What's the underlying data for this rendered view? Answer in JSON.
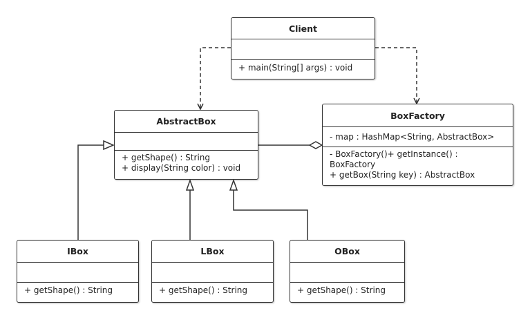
{
  "diagram": {
    "classes": {
      "client": {
        "name": "Client",
        "attributes": [],
        "operations": [
          "+ main(String[] args) : void"
        ]
      },
      "abstractbox": {
        "name": "AbstractBox",
        "attributes": [],
        "operations": [
          "+ getShape() : String",
          "+ display(String color) : void"
        ]
      },
      "boxfactory": {
        "name": "BoxFactory",
        "attributes": [
          "- map : HashMap<String, AbstractBox>"
        ],
        "operations": [
          "- BoxFactory()+ getInstance() : BoxFactory",
          "+ getBox(String key) : AbstractBox"
        ]
      },
      "ibox": {
        "name": "IBox",
        "attributes": [],
        "operations": [
          "+ getShape() : String"
        ]
      },
      "lbox": {
        "name": "LBox",
        "attributes": [],
        "operations": [
          "+ getShape() : String"
        ]
      },
      "obox": {
        "name": "OBox",
        "attributes": [],
        "operations": [
          "+ getShape() : String"
        ]
      }
    },
    "relations": [
      {
        "type": "dependency",
        "from": "Client",
        "to": "AbstractBox"
      },
      {
        "type": "dependency",
        "from": "Client",
        "to": "BoxFactory"
      },
      {
        "type": "aggregation",
        "from": "BoxFactory",
        "to": "AbstractBox"
      },
      {
        "type": "generalization",
        "from": "IBox",
        "to": "AbstractBox"
      },
      {
        "type": "generalization",
        "from": "LBox",
        "to": "AbstractBox"
      },
      {
        "type": "generalization",
        "from": "OBox",
        "to": "AbstractBox"
      }
    ],
    "colors": {
      "stroke": "#333333",
      "fill": "#ffffff",
      "text": "#222222"
    }
  }
}
